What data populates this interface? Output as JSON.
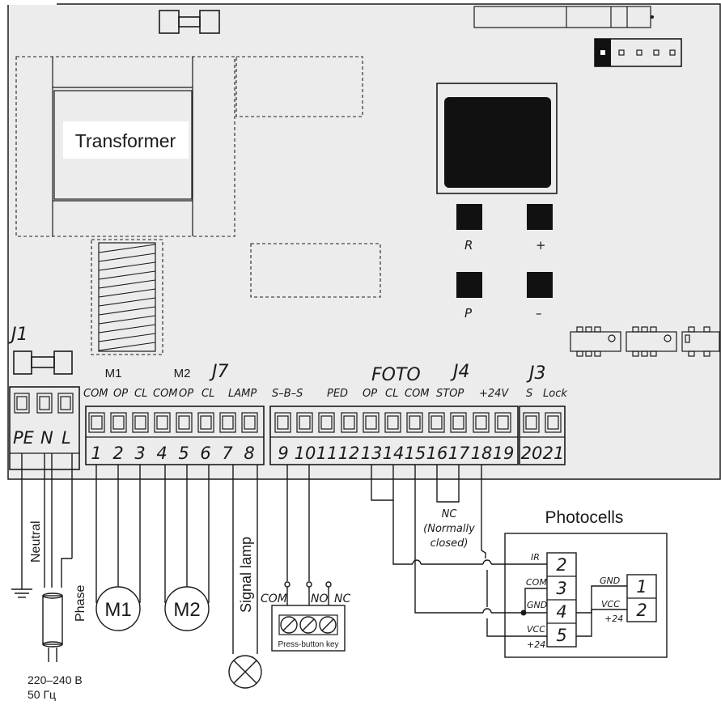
{
  "board": {
    "transformer_label": "Transformer",
    "header_labels": {
      "j1": "J1",
      "m1": "M1",
      "m2": "M2",
      "j7": "J7",
      "foto": "FOTO",
      "j4": "J4",
      "j3": "J3"
    },
    "button_labels": [
      "R",
      "+",
      "P",
      "–"
    ],
    "terminal_function_labels": [
      "COM",
      "OP",
      "CL",
      "COM",
      "OP",
      "CL",
      "LAMP",
      "S–B–S",
      "PED",
      "OP",
      "CL",
      "COM",
      "STOP",
      "+24V",
      "S",
      "Lock"
    ],
    "power_terminal_labels": [
      "PE",
      "N",
      "L"
    ],
    "terminal_numbers": [
      "1",
      "2",
      "3",
      "4",
      "5",
      "6",
      "7",
      "8",
      "9",
      "10",
      "11",
      "12",
      "13",
      "14",
      "15",
      "16",
      "17",
      "18",
      "19",
      "20",
      "21"
    ]
  },
  "wiring": {
    "neutral": "Neutral",
    "phase": "Phase",
    "supply_line1": "220–240 В",
    "supply_line2": "50 Гц",
    "motor1": "M1",
    "motor2": "M2",
    "signal_lamp": "Signal lamp",
    "key_com": "COM",
    "key_no": "NO",
    "key_nc": "NC",
    "key_label": "Press-button key",
    "nc_line1": "NC",
    "nc_line2": "(Normally",
    "nc_line3": "closed)"
  },
  "photocells": {
    "title": "Photocells",
    "rx_terminals": [
      "2",
      "3",
      "4",
      "5"
    ],
    "rx_labels": [
      "IR",
      "COM",
      "GND",
      "VCC",
      "+24"
    ],
    "tx_terminals": [
      "1",
      "2"
    ],
    "tx_labels": [
      "GND",
      "VCC",
      "+24"
    ]
  }
}
